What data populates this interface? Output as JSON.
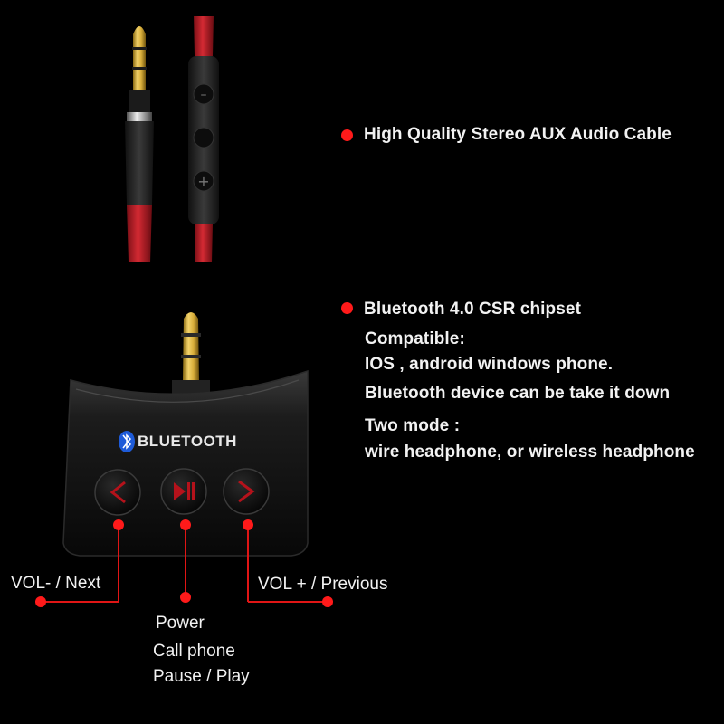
{
  "features": {
    "aux_cable": "High Quality Stereo AUX Audio Cable",
    "chipset": "Bluetooth 4.0 CSR chipset",
    "compatible_title": "Compatible:",
    "compatible_systems": "IOS , android windows phone.",
    "detachable": "Bluetooth device can be take it down",
    "two_mode_title": "Two mode :",
    "two_mode_desc": "wire headphone, or wireless headphone"
  },
  "device": {
    "brand_label": "BLUETOOTH",
    "left_button_icon": "chevron-left-icon",
    "center_button_icon": "play-pause-icon",
    "right_button_icon": "chevron-right-icon"
  },
  "callouts": {
    "left": "VOL- / Next",
    "right": "VOL + / Previous",
    "center_line1": "Power",
    "center_line2": "Call phone",
    "center_line3": "Pause / Play"
  },
  "colors": {
    "accent_red": "#ff1a1a",
    "cable_red": "#c8202a",
    "background": "#000000"
  }
}
